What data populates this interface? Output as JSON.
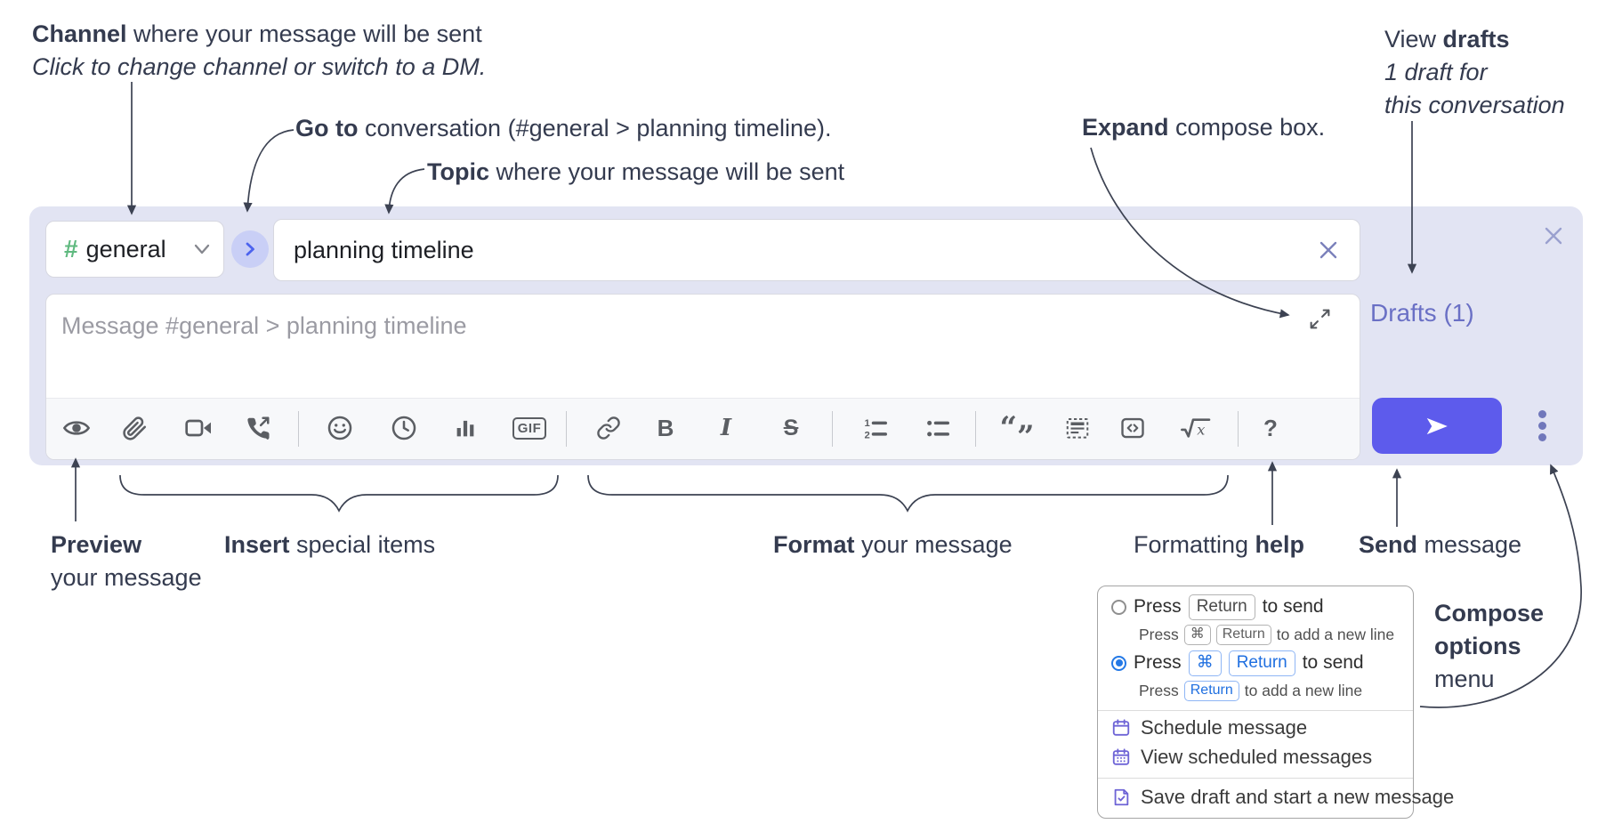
{
  "annotations": {
    "channel": {
      "bold": "Channel",
      "rest": " where your message will be sent",
      "italic": "Click to change channel or switch to a DM."
    },
    "goto": {
      "bold": "Go to",
      "rest": " conversation (#general > planning timeline)."
    },
    "topic": {
      "bold": "Topic",
      "rest": " where your message will be sent"
    },
    "expand": {
      "bold": "Expand",
      "rest": " compose box."
    },
    "drafts": {
      "regular": "View ",
      "bold": "drafts",
      "italic1": "1 draft for",
      "italic2": "this conversation"
    },
    "preview": {
      "bold": "Preview",
      "rest": "your message"
    },
    "insert": {
      "bold": "Insert",
      "rest": " special items"
    },
    "format": {
      "bold": "Format",
      "rest": " your message"
    },
    "help": {
      "regular": "Formatting ",
      "bold": "help"
    },
    "send": {
      "bold": "Send",
      "rest": " message"
    },
    "options": {
      "line1": "Compose",
      "line2": "options",
      "line3": "menu"
    }
  },
  "compose": {
    "channel": {
      "hash": "#",
      "name": "general"
    },
    "topic_value": "planning timeline",
    "message_placeholder": "Message #general > planning timeline",
    "drafts_label": "Drafts (1)",
    "toolbar": {
      "gif": "GIF",
      "bold": "B",
      "italic": "I",
      "strike": "S",
      "quote_open": "“",
      "quote_close": "”",
      "sqrt": "√",
      "math": "x",
      "help": "?",
      "ol1": "1",
      "ol2": "2"
    }
  },
  "popup": {
    "option1": {
      "press": "Press",
      "key1": "Return",
      "suffix": "to send",
      "selected": false
    },
    "option1_sub": {
      "press": "Press",
      "key1": "⌘",
      "key2": "Return",
      "suffix": "to add a new line"
    },
    "option2": {
      "press": "Press",
      "key1": "⌘",
      "key2": "Return",
      "suffix": "to send",
      "selected": true
    },
    "option2_sub": {
      "press": "Press",
      "key1": "Return",
      "suffix": "to add a new line"
    },
    "items": [
      "Schedule message",
      "View scheduled messages",
      "Save draft and start a new message"
    ]
  },
  "colors": {
    "accent_send": "#5d5bec",
    "compose_bg": "#e2e4f3",
    "drafts_link": "#6a70c5",
    "channel_hash_green": "#5fb97f",
    "goto_circle_bg": "#c9cff6",
    "goto_chevron_blue": "#4c63ee",
    "radio_selected_blue": "#2479e6",
    "kbd_blue": "#1f6fe0",
    "menu_icon_purple": "#6e64d6",
    "toolbar_icon_gray": "#5b5e63",
    "annotation_text": "#343b4f"
  }
}
